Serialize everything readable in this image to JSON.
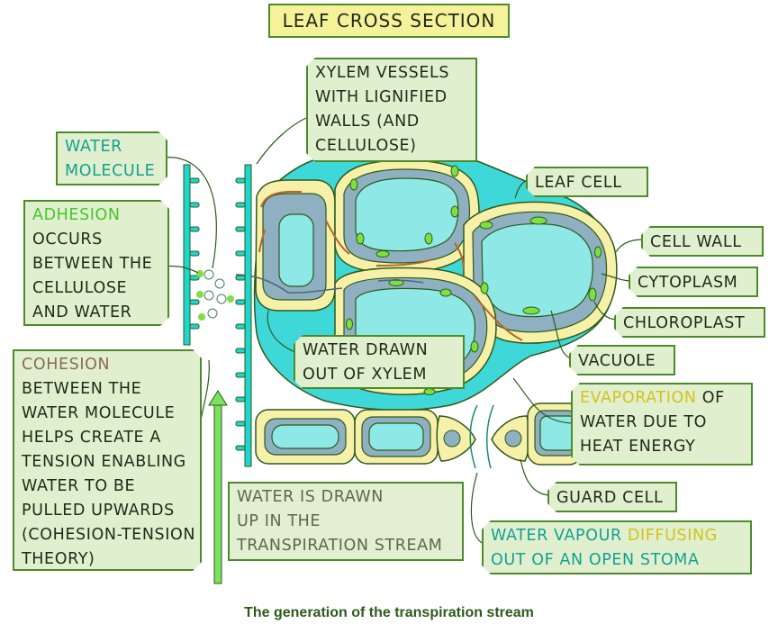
{
  "title": "LEAF CROSS SECTION",
  "caption": "The generation of the transpiration stream",
  "labels": {
    "xylem_vessels": [
      "XYLEM VESSELS",
      "WITH LIGNIFIED",
      "WALLS (AND",
      "CELLULOSE)"
    ],
    "water_molecule": [
      "WATER",
      "MOLECULE"
    ],
    "adhesion": {
      "heading": "ADHESION",
      "lines": [
        "OCCURS",
        "BETWEEN THE",
        "CELLULOSE",
        "AND WATER"
      ]
    },
    "cohesion": {
      "heading": "COHESION",
      "lines": [
        "BETWEEN THE",
        "WATER MOLECULE",
        "HELPS CREATE A",
        "TENSION ENABLING",
        "WATER TO BE",
        "PULLED UPWARDS",
        "(COHESION-TENSION",
        "THEORY)"
      ]
    },
    "leaf_cell": "LEAF CELL",
    "cell_wall": "CELL WALL",
    "cytoplasm": "CYTOPLASM",
    "chloroplast": "CHLOROPLAST",
    "vacuole": "VACUOLE",
    "water_drawn_out": [
      "WATER DRAWN",
      "OUT OF XYLEM"
    ],
    "evaporation": {
      "heading": "EVAPORATION",
      "line1_rest": " OF",
      "lines": [
        "WATER DUE TO",
        "HEAT ENERGY"
      ]
    },
    "guard_cell": "GUARD CELL",
    "transpiration_stream": [
      "WATER IS DRAWN",
      "UP IN THE",
      "TRANSPIRATION STREAM"
    ],
    "water_vapour": {
      "part1": "WATER VAPOUR ",
      "highlight": "DIFFUSING",
      "line2": "OUT OF AN OPEN STOMA"
    }
  },
  "colors": {
    "xylem": "#1ed6d0",
    "cell_wall": "#f7f0a8",
    "cytoplasm": "#8fb0c0",
    "vacuole": "#8ee8e6",
    "chloroplast": "#7ee040",
    "air_space": "#3ed8d8",
    "outline": "#2d5a1a",
    "water_flow": "#b5652a",
    "label_bg": "#e0f0cf",
    "label_border": "#4d8a2a",
    "title_bg": "#f6f29a",
    "arrow_up": "#7ee060"
  }
}
